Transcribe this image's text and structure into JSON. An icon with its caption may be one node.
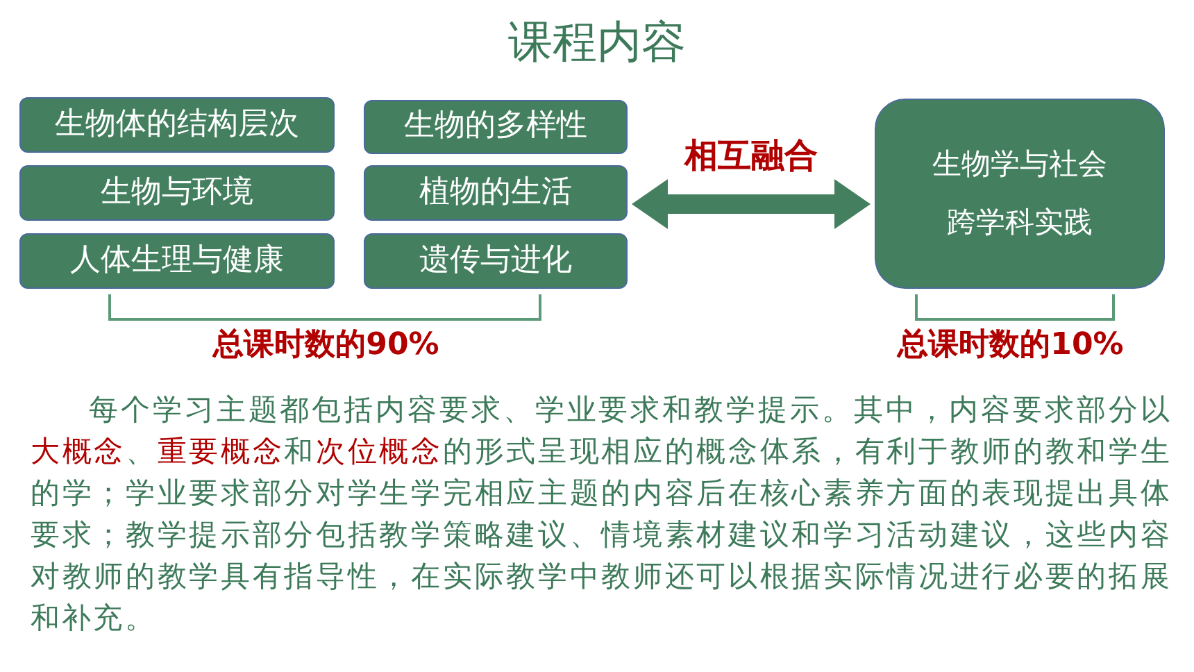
{
  "diagram": {
    "title": "课程内容",
    "nodes": [
      {
        "text": [
          "生物体的结构层次"
        ]
      },
      {
        "text": [
          "生物的多样性"
        ]
      },
      {
        "text": [
          "生物与环境"
        ]
      },
      {
        "text": [
          "植物的生活"
        ]
      },
      {
        "text": [
          "人体生理与健康"
        ]
      },
      {
        "text": [
          "遗传与进化"
        ]
      },
      {
        "text": [
          "生物学与社会",
          "跨学科实践"
        ]
      }
    ],
    "edges": [
      {
        "from": 3,
        "to": 6,
        "arrow": "both",
        "label": "相互融合"
      }
    ],
    "labels": [
      "总课时数的90%",
      "总课时数的10%",
      "每个学习主题都包括内容要求、学业要求和教学提示。其中，内容要求部分以**大概念**、**重要概念**和**次位概念**的形式呈现相应的概念体系，有利于教师的教和学生的学；学业要求部分对学生学完相应主题的内容后在核心素养方面的表现提出具体要求；教学提示部分包括教学策略建议、情境素材建议和学习活动建议，这些内容对教师的教学具有指导性，在实际教学中教师还可以根据实际情况进行必要的拓展和补充。"
    ]
  }
}
